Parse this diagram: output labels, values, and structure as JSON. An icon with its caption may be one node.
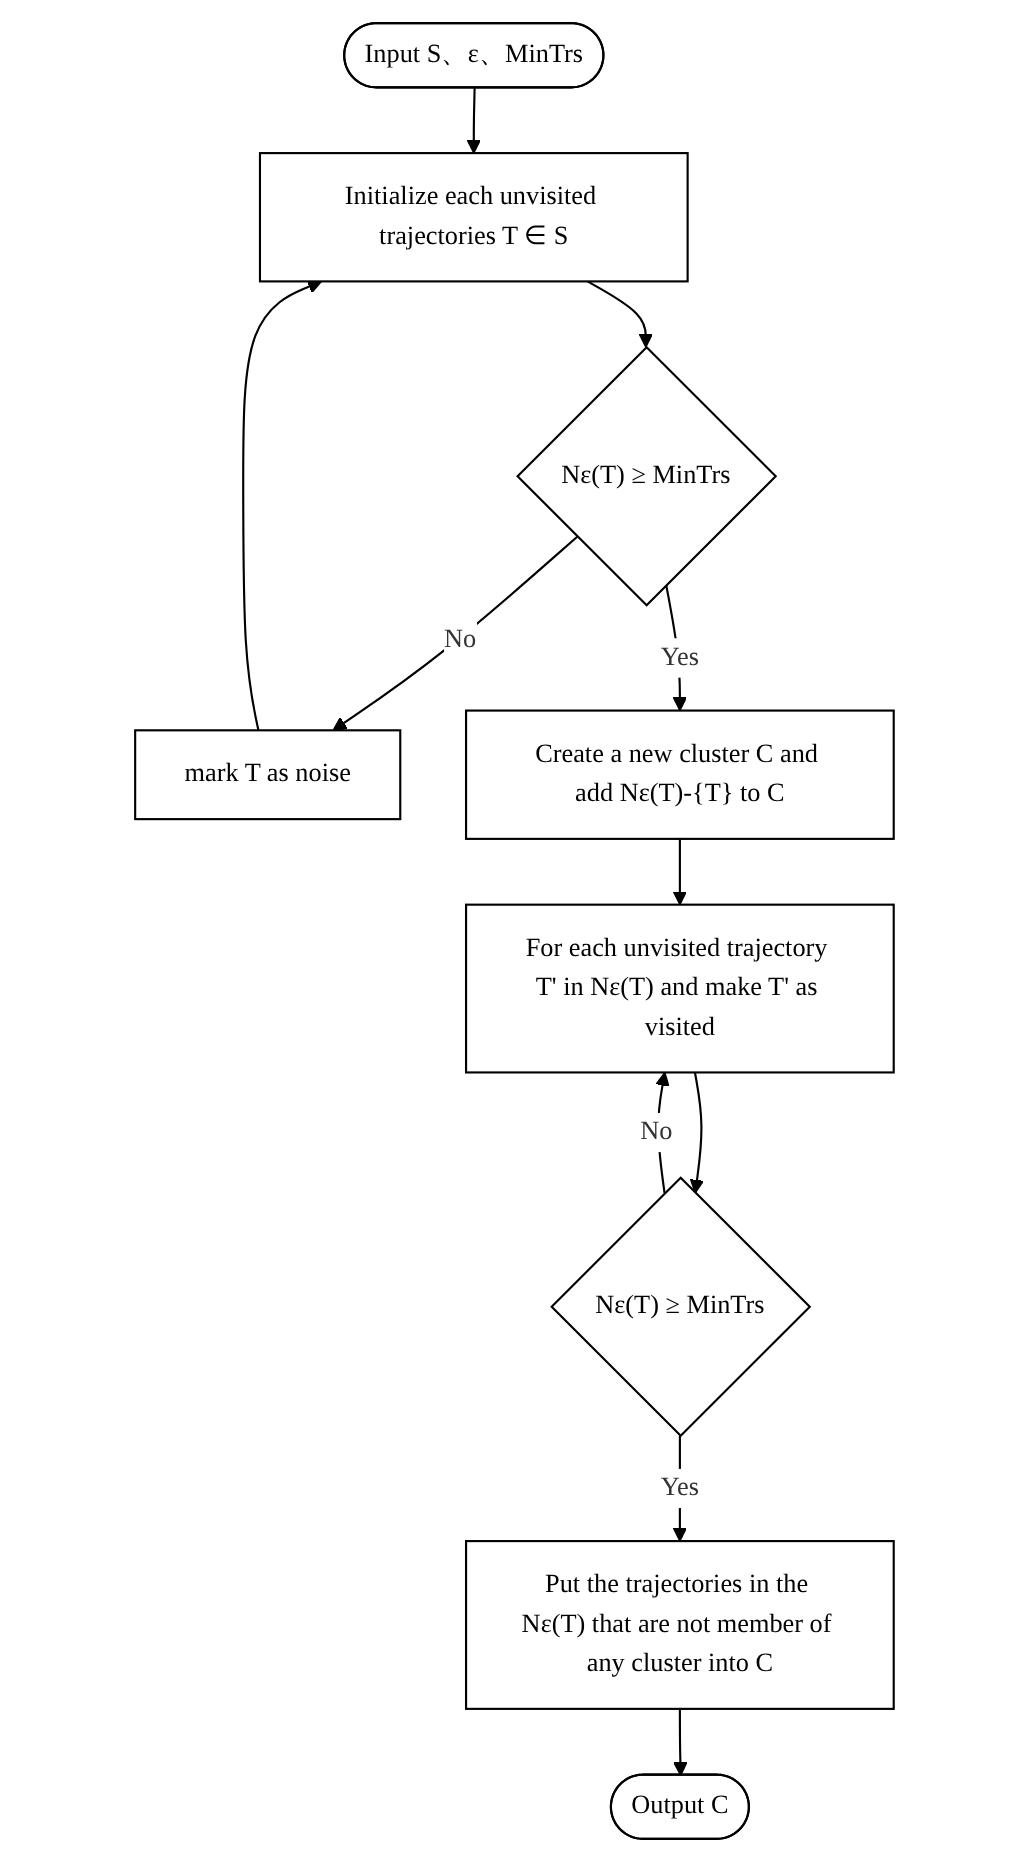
{
  "diagram": {
    "nodes": [
      {
        "text": [
          "Input S、ε、MinTrs"
        ]
      },
      {
        "text": [
          "Initialize each unvisited trajectories T ∈ S"
        ]
      },
      {
        "text": [
          "Nε(T) ≥ MinTrs"
        ]
      },
      {
        "text": [
          "mark T as noise"
        ]
      },
      {
        "text": [
          "Create a new cluster C and add Nε(T)-{T} to C"
        ]
      },
      {
        "text": [
          "For each unvisited trajectory T' in Nε(T) and make T' as visited"
        ]
      },
      {
        "text": [
          "Nε(T) ≥ MinTrs"
        ]
      },
      {
        "text": [
          "Put the trajectories in the Nε(T) that are not member of any cluster into C"
        ]
      },
      {
        "text": [
          "Output C"
        ]
      }
    ],
    "edges": [
      {
        "from": 0,
        "to": 1,
        "arrow": "to"
      },
      {
        "from": 3,
        "to": 1,
        "arrow": "to"
      },
      {
        "from": 1,
        "to": 2,
        "arrow": "to"
      },
      {
        "from": 2,
        "to": 3,
        "arrow": "to",
        "label": "No"
      },
      {
        "from": 2,
        "to": 4,
        "arrow": "to",
        "label": "Yes"
      },
      {
        "from": 4,
        "to": 5,
        "arrow": "to"
      },
      {
        "from": 6,
        "to": 5,
        "arrow": "to",
        "label": "No"
      },
      {
        "from": 5,
        "to": 6,
        "arrow": "to"
      },
      {
        "from": 6,
        "to": 7,
        "arrow": "to",
        "label": "Yes"
      },
      {
        "from": 7,
        "to": 8,
        "arrow": "to"
      }
    ]
  }
}
